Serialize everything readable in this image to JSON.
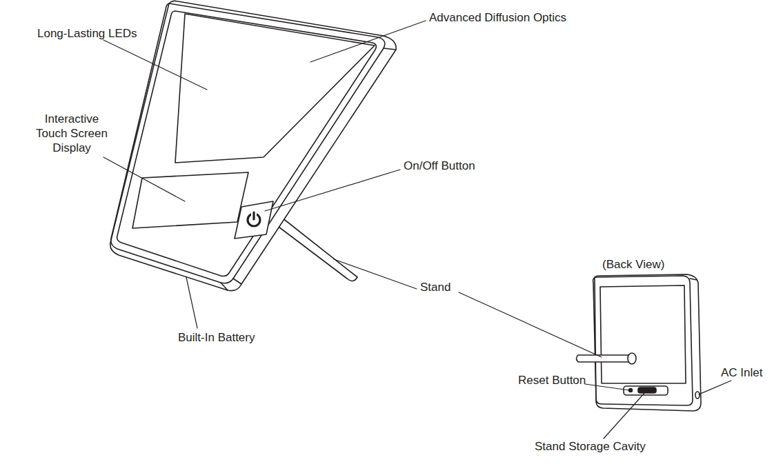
{
  "diagram": {
    "labels": [
      "Long-Lasting LEDs",
      "Advanced Diffusion Optics",
      "Interactive Touch Screen Display",
      "On/Off Button",
      "Stand",
      "Built-In Battery",
      "(Back View)",
      "Reset Button",
      "AC Inlet",
      "Stand Storage Cavity"
    ]
  }
}
